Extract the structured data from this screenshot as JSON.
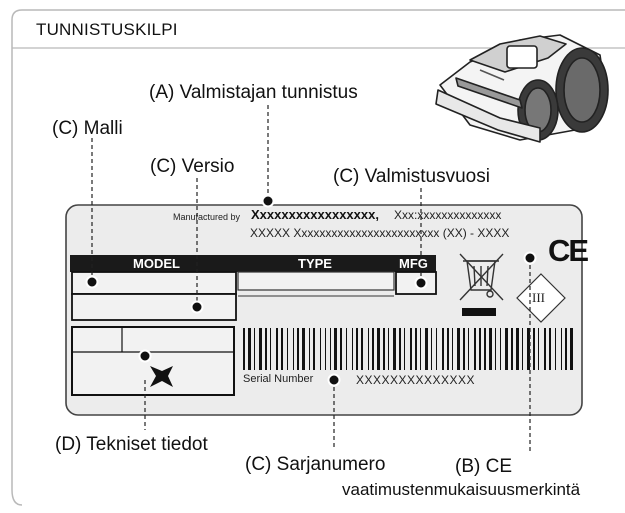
{
  "section_title": "TUNNISTUSKILPI",
  "callouts": {
    "manufacturer_id": "(A) Valmistajan tunnistus",
    "model": "(C) Malli",
    "version": "(C) Versio",
    "manufacturing_year": "(C) Valmistusvuosi",
    "technical_data": "(D) Tekniset tiedot",
    "serial_number": "(C) Sarjanumero",
    "ce_line1": "(B) CE",
    "ce_line2": "vaatimustenmukaisuusmerkintä"
  },
  "plate": {
    "manufactured_by": "Manufactured by",
    "manufacturer_name": "Xxxxxxxxxxxxxxxxx,",
    "manufacturer_address1": "Xxx:xxxxxxxxxxxxxx",
    "manufacturer_address2": "XXXXX Xxxxxxxxxxxxxxxxxxxxxxxx (XX) - XXXX",
    "col_model": "MODEL",
    "col_type": "TYPE",
    "col_mfg": "MFG",
    "serial_label": "Serial Number",
    "serial_value": "XXXXXXXXXXXXXX",
    "class_mark": "III",
    "ce_mark": "CE"
  }
}
